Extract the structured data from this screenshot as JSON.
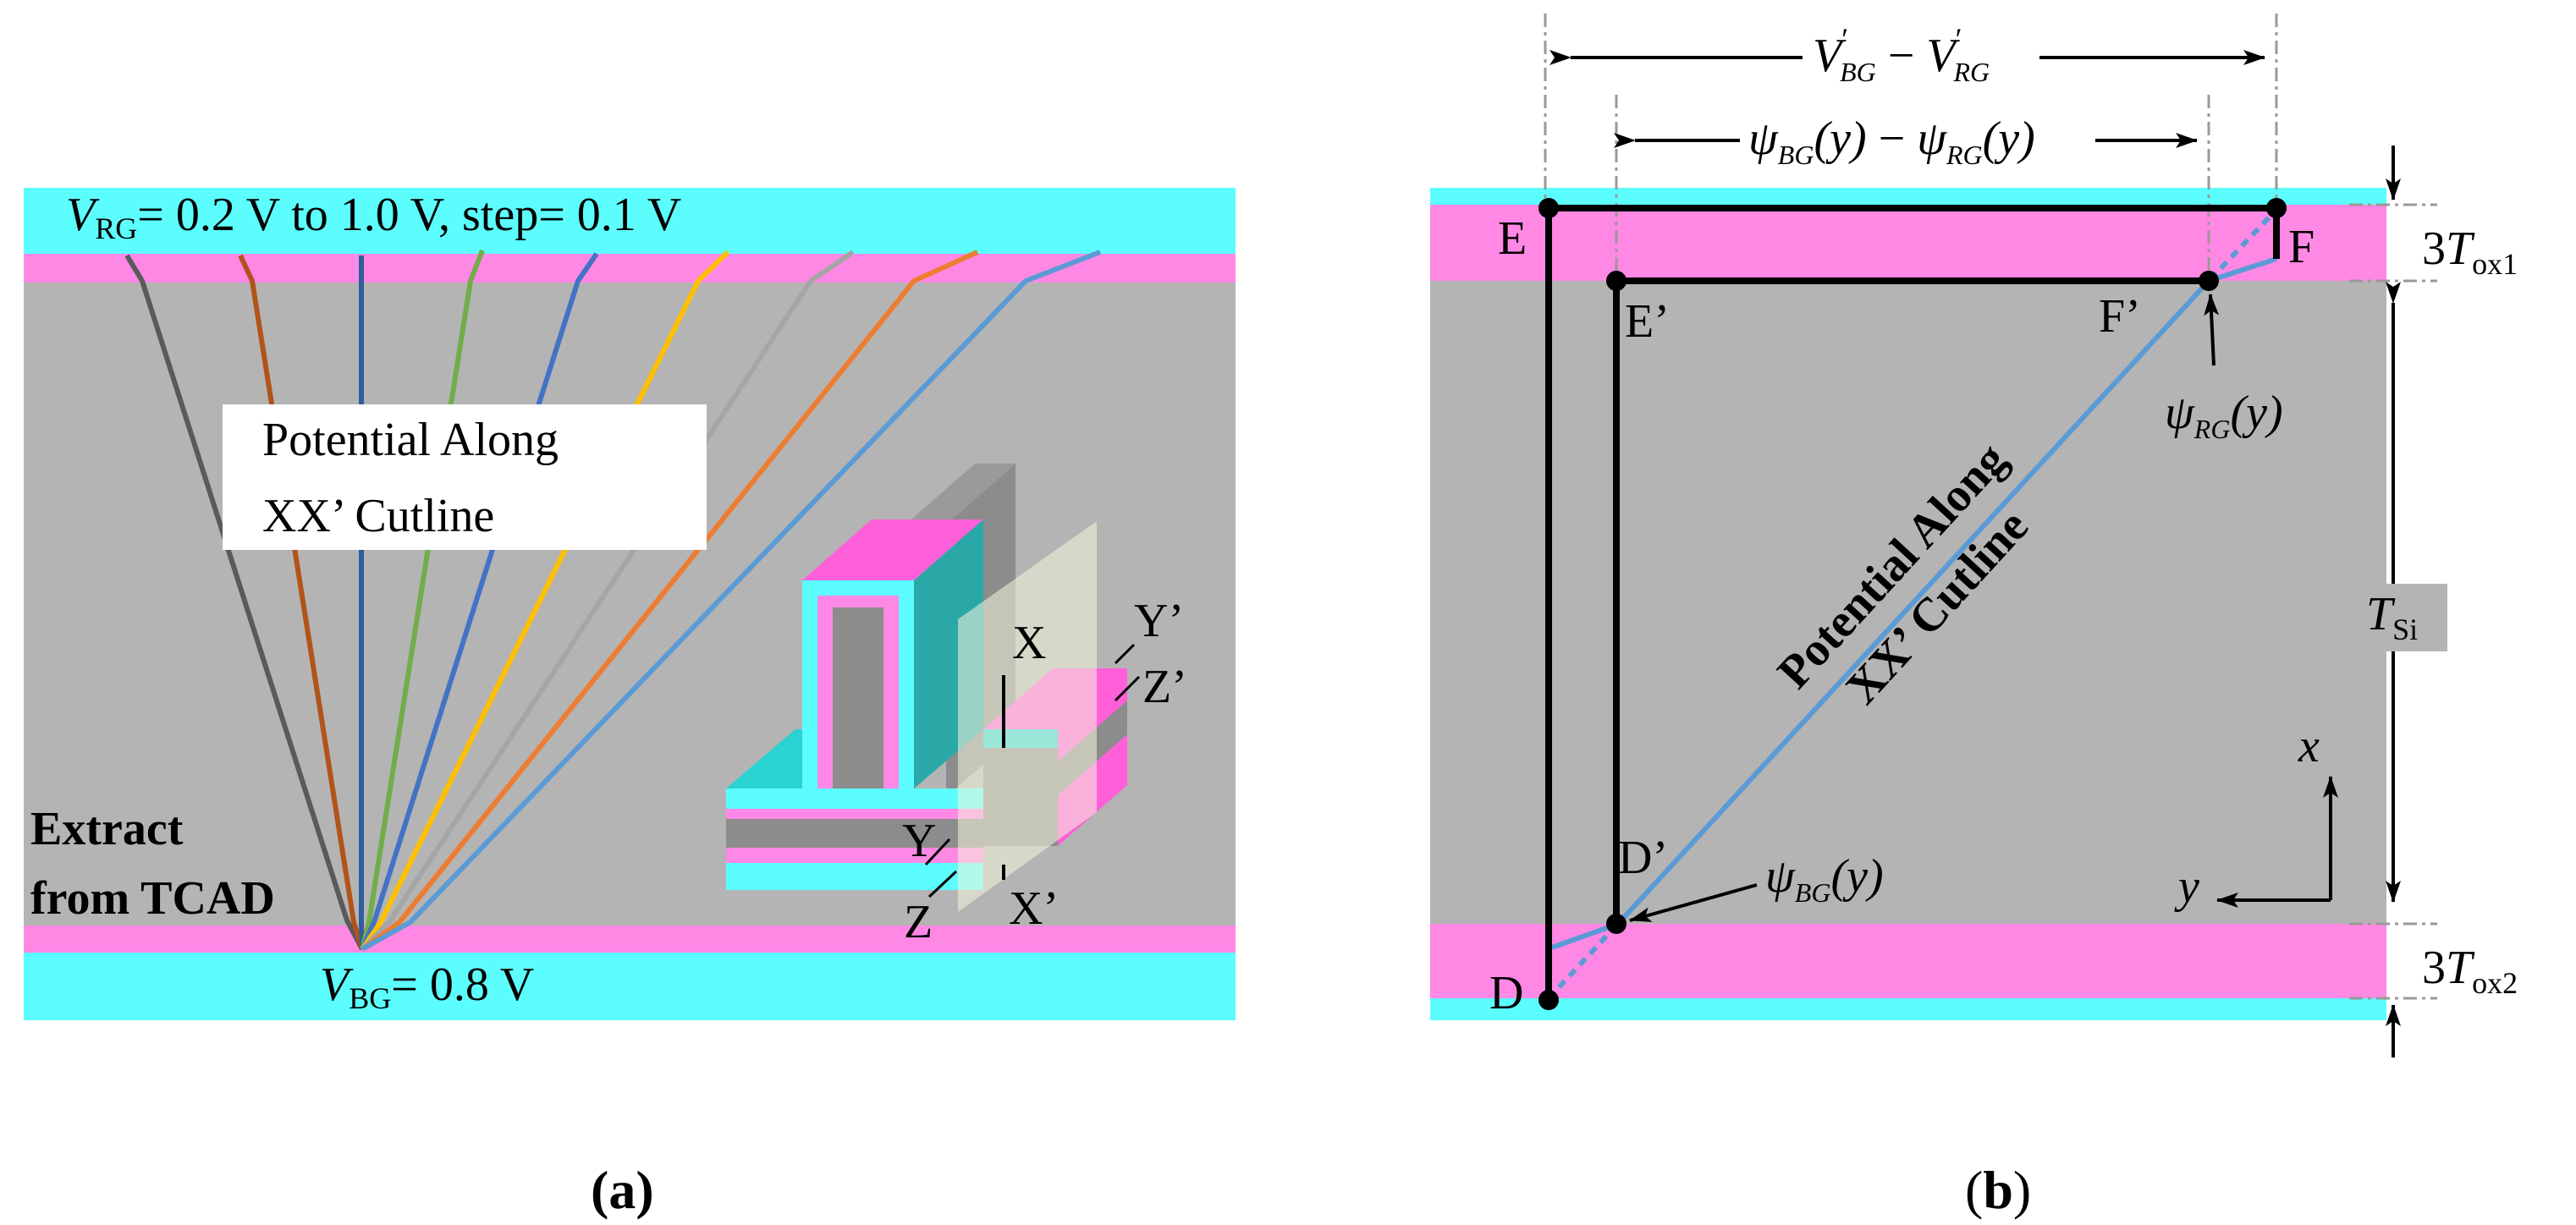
{
  "panel_a": {
    "caption": "(a)",
    "top_label": {
      "var": "V",
      "sub": "RG",
      "rest": "= 0.2 V to 1.0 V, step= 0.1 V"
    },
    "box_line1": "Potential Along",
    "box_line2": "XX’ Cutline",
    "extract_line1": "Extract",
    "extract_line2": "from TCAD",
    "bottom_label": {
      "var": "V",
      "sub": "BG",
      "rest": "= 0.8 V"
    },
    "device_labels": {
      "x": "X",
      "x_prime": "X’",
      "y": "Y",
      "y_prime": "Y’",
      "z": "Z",
      "z_prime": "Z’"
    },
    "curve_colors": [
      "#5a5a5a",
      "#b0541c",
      "#2e5f9a",
      "#72ad4a",
      "#4472c4",
      "#ffc000",
      "#a5a5a5",
      "#ed7d31",
      "#5b9bd5"
    ],
    "layer_colors": {
      "oxide": "#5cfdfd",
      "high_k": "#ff88e5",
      "silicon": "#b4b4b4"
    }
  },
  "panel_b": {
    "caption": "(b)",
    "top_dim": {
      "a": "V",
      "a_sup": "′",
      "a_sub": "BG",
      "minus": " − ",
      "b": "V",
      "b_sup": "′",
      "b_sub": "RG"
    },
    "second_dim": {
      "psi": "ψ",
      "sub1": "BG",
      "arg": "(y)",
      "minus": " − ",
      "sub2": "RG"
    },
    "points": {
      "E": "E",
      "F": "F",
      "E_prime": "E’",
      "F_prime": "F’",
      "D": "D",
      "D_prime": "D’"
    },
    "psi_rg": {
      "psi": "ψ",
      "sub": "RG",
      "arg": "(y)"
    },
    "psi_bg": {
      "psi": "ψ",
      "sub": "BG",
      "arg": "(y)"
    },
    "diag_line1": "Potential Along",
    "diag_line2": "XX’ Cutline",
    "tox1": {
      "coef": "3",
      "var": "T",
      "sub": "ox1"
    },
    "tox2": {
      "coef": "3",
      "var": "T",
      "sub": "ox2"
    },
    "tsi": {
      "var": "T",
      "sub": "Si"
    },
    "axis_x": "x",
    "axis_y": "y"
  }
}
